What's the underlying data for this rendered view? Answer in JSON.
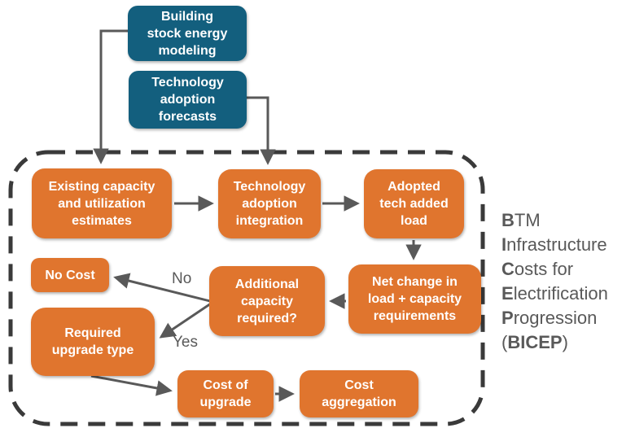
{
  "nodes": {
    "building_stock": {
      "label": "Building\nstock energy\nmodeling"
    },
    "tech_forecasts": {
      "label": "Technology\nadoption\nforecasts"
    },
    "existing_capacity": {
      "label": "Existing capacity\nand utilization\nestimates"
    },
    "tech_integration": {
      "label": "Technology\nadoption\nintegration"
    },
    "adopted_tech": {
      "label": "Adopted\ntech added\nload"
    },
    "no_cost": {
      "label": "No Cost"
    },
    "additional_capacity": {
      "label": "Additional\ncapacity\nrequired?"
    },
    "net_change": {
      "label": "Net change in\nload + capacity\nrequirements"
    },
    "required_upgrade": {
      "label": "Required\nupgrade type"
    },
    "cost_of_upgrade": {
      "label": "Cost of\nupgrade"
    },
    "cost_aggregation": {
      "label": "Cost\naggregation"
    }
  },
  "edge_labels": {
    "no": "No",
    "yes": "Yes"
  },
  "side_label": {
    "lines": [
      {
        "pre": "",
        "bold": "B",
        "rest": "TM"
      },
      {
        "pre": "",
        "bold": "I",
        "rest": "nfrastructure"
      },
      {
        "pre": "",
        "bold": "C",
        "rest": "osts for"
      },
      {
        "pre": "",
        "bold": "E",
        "rest": "lectrification"
      },
      {
        "pre": "",
        "bold": "P",
        "rest": "rogression"
      },
      {
        "pre": "(",
        "bold": "BICEP",
        "rest": ")"
      }
    ]
  },
  "colors": {
    "box_blue": "#135F7E",
    "box_orange": "#E0752E",
    "arrow": "#595959",
    "dashed_border": "#3A3A3A",
    "side_text": "#595959",
    "box_text": "#FFFFFF"
  }
}
